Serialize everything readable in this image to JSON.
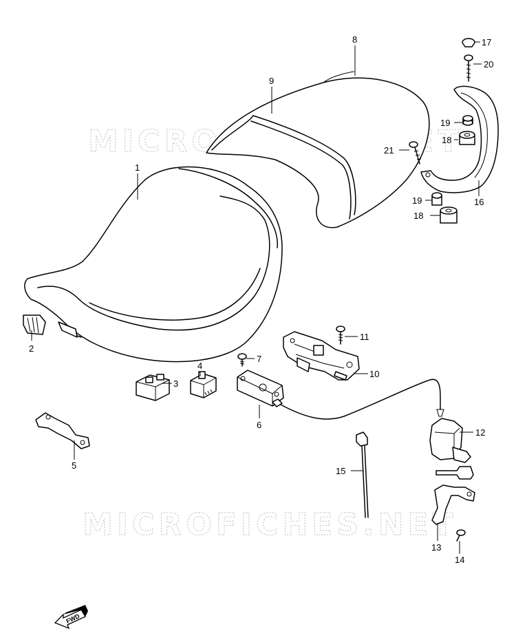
{
  "watermarks": [
    "MICROFICHES.NET",
    "MICROFICHES.NET"
  ],
  "labels": {
    "p1": "1",
    "p2": "2",
    "p3": "3",
    "p4": "4",
    "p5": "5",
    "p6": "6",
    "p7": "7",
    "p8": "8",
    "p9": "9",
    "p10": "10",
    "p11": "11",
    "p12": "12",
    "p13": "13",
    "p14": "14",
    "p15": "15",
    "p16": "16",
    "p17": "17",
    "p18a": "18",
    "p18b": "18",
    "p19a": "19",
    "p19b": "19",
    "p20": "20",
    "p21": "21"
  },
  "fwd": "FWD",
  "icons": {
    "fwd": "forward-arrow-icon"
  }
}
